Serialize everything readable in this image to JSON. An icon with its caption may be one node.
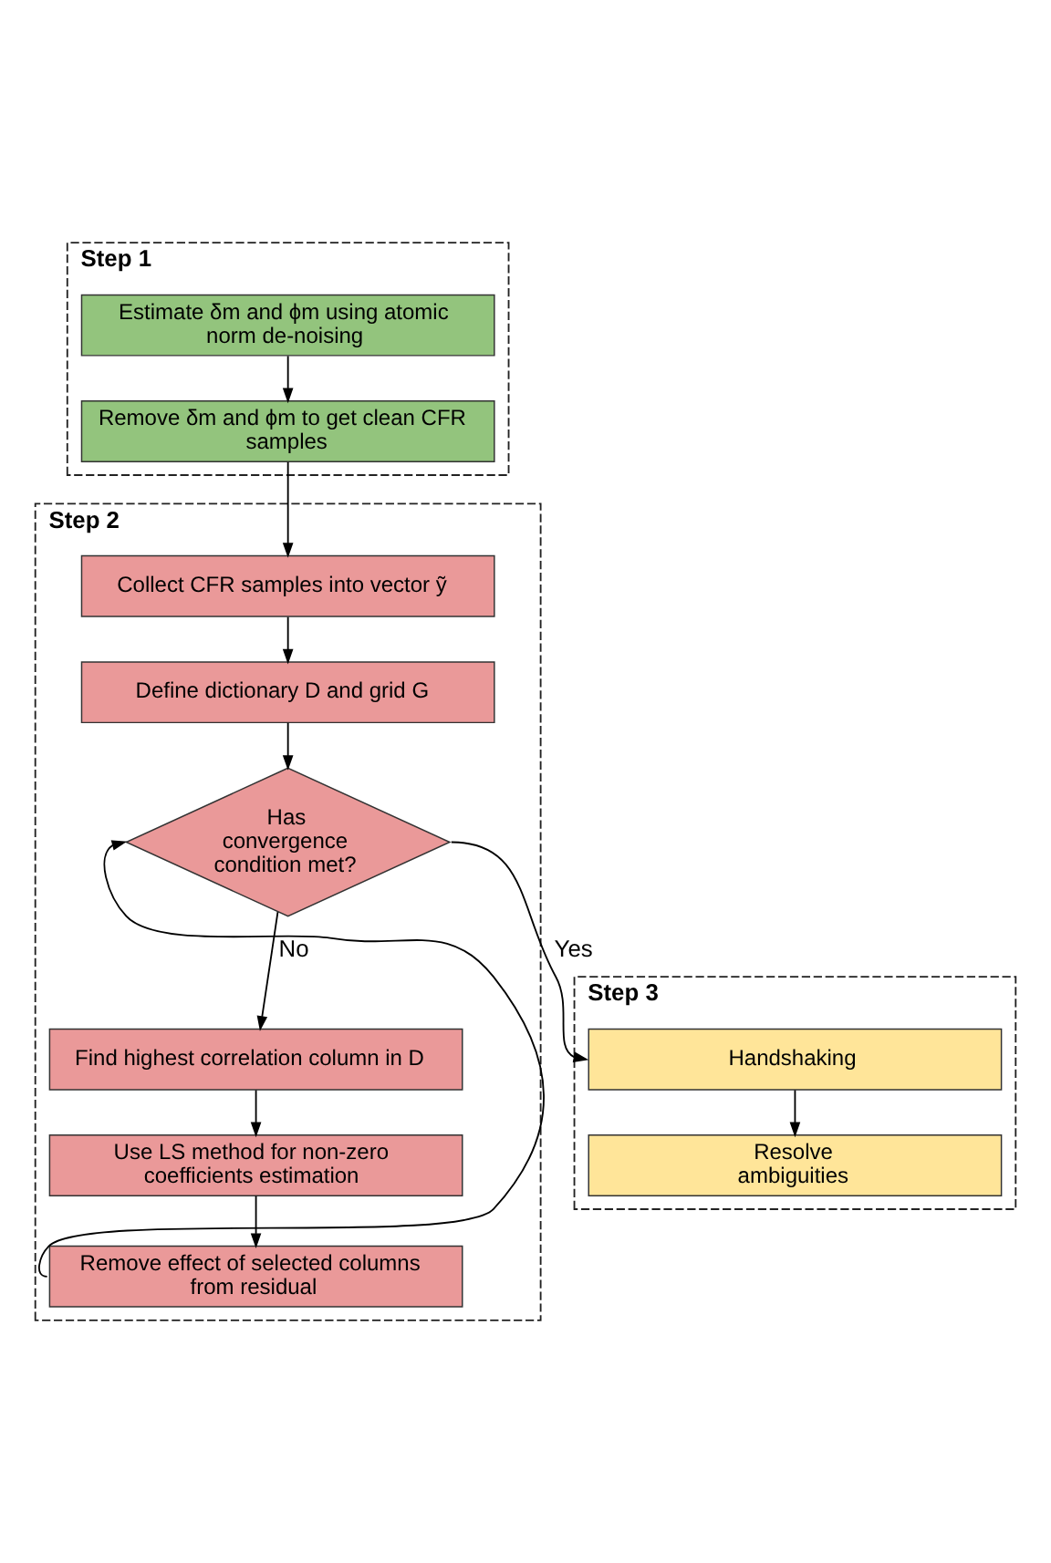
{
  "diagram": {
    "nodes": [
      {
        "text": [
          "Step 1"
        ]
      },
      {
        "text": [
          "Estimate δm and ϕm using atomic norm de-noising"
        ],
        "in": 0
      },
      {
        "text": [
          "Remove δm and ϕm to get clean CFR samples"
        ],
        "in": 0
      },
      {
        "text": [
          "Step 2"
        ]
      },
      {
        "text": [
          "Collect CFR samples into vector ỹ"
        ],
        "in": 3
      },
      {
        "text": [
          "Define dictionary D and grid G"
        ],
        "in": 3
      },
      {
        "text": [
          "Has convergence condition met?"
        ],
        "in": 3
      },
      {
        "text": [
          "Find highest correlation column in D"
        ],
        "in": 3
      },
      {
        "text": [
          "Use LS method for non-zero coefficients estimation"
        ],
        "in": 3
      },
      {
        "text": [
          "Remove effect of selected columns from residual"
        ],
        "in": 3
      },
      {
        "text": [
          "Step 3"
        ]
      },
      {
        "text": [
          "Handshaking"
        ],
        "in": 10
      },
      {
        "text": [
          "Resolve ambiguities"
        ],
        "in": 10
      }
    ],
    "edges": [
      {
        "from": 1,
        "to": 2,
        "arrow": "to"
      },
      {
        "from": 2,
        "to": 4,
        "arrow": "to"
      },
      {
        "from": 4,
        "to": 5,
        "arrow": "to"
      },
      {
        "from": 5,
        "to": 6,
        "arrow": "to"
      },
      {
        "from": 6,
        "to": 11,
        "arrow": "to",
        "label": "Yes"
      },
      {
        "from": 6,
        "to": 7,
        "arrow": "to",
        "label": "No"
      },
      {
        "from": 7,
        "to": 8,
        "arrow": "to"
      },
      {
        "from": 8,
        "to": 9,
        "arrow": "to"
      },
      {
        "from": 9,
        "to": 6,
        "arrow": "to"
      },
      {
        "from": 11,
        "to": 12,
        "arrow": "to"
      }
    ]
  }
}
